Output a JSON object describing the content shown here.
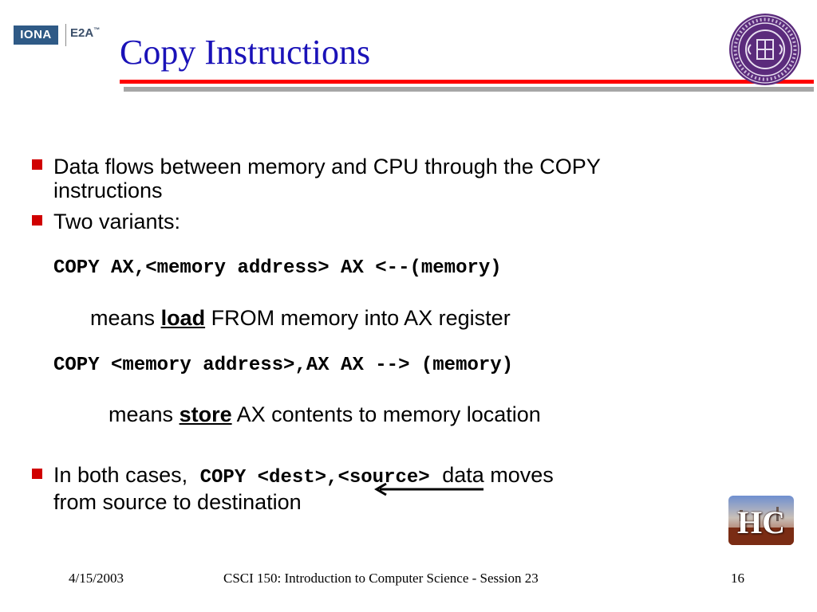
{
  "header": {
    "logo_left": "IONA",
    "logo_right": "E2A",
    "logo_tm": "™",
    "title": "Copy Instructions",
    "title_color": "#1a12b8"
  },
  "body": {
    "bullet1": {
      "line1": "Data flows between memory and CPU through the COPY",
      "line2": "instructions"
    },
    "bullet2": "Two variants:",
    "code1": "COPY AX,<memory address>  AX <--(memory)",
    "means1": {
      "prefix": "means",
      "keyword": "load",
      "suffix": "FROM memory into AX register"
    },
    "code2": "COPY <memory address>,AX   AX --> (memory)",
    "means2": {
      "prefix": "means",
      "keyword": "store",
      "suffix": "AX contents to memory location"
    },
    "bullet3": {
      "prefix": "In both cases,",
      "code": "COPY <dest>,<source>",
      "suffix": "data moves",
      "line2": "from source to destination"
    },
    "bullet_color": "#d00000"
  },
  "hc_logo": {
    "text": "HC"
  },
  "footer": {
    "date": "4/15/2003",
    "course": "CSCI 150: Introduction to Computer Science - Session 23",
    "page": "16"
  }
}
